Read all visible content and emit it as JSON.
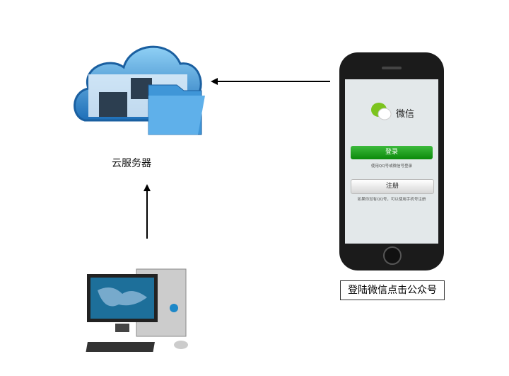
{
  "server": {
    "label": "云服务器"
  },
  "phone": {
    "app_name": "微信",
    "login_button": "登录",
    "login_hint": "使用QQ号或微信号登录",
    "register_button": "注册",
    "register_hint": "如果你没有QQ号，可以使用手机号注册"
  },
  "caption": "登陆微信点击公众号",
  "colors": {
    "login_green": "#1a9a1a",
    "cloud_blue": "#3f96d8"
  }
}
